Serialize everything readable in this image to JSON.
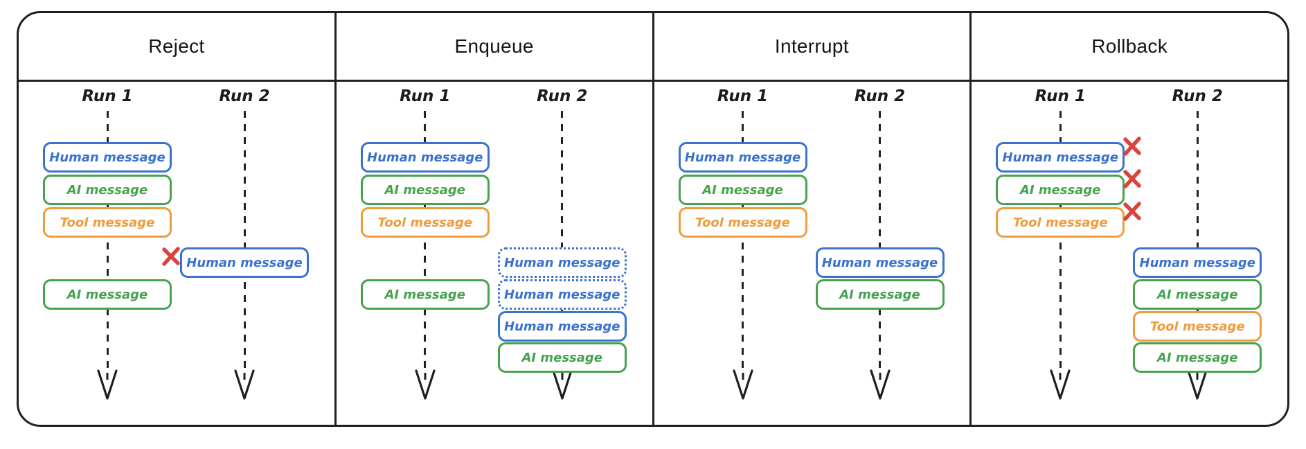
{
  "colors": {
    "human_blue": "#3a72cd",
    "ai_green": "#46a24e",
    "tool_orange": "#f09b3c",
    "x_red": "#d9453c",
    "line_black": "#1f1f1f"
  },
  "icons": {
    "arrow_down": "hand-drawn V arrowhead continuing dashed lifeline",
    "x_mark": "hand-drawn red cross"
  },
  "panels": [
    {
      "title": "Reject",
      "runs": [
        {
          "label": "Run 1",
          "messages": [
            {
              "text": "Human message",
              "type": "human",
              "row": 0,
              "style": "solid",
              "x_mark": "none"
            },
            {
              "text": "AI message",
              "type": "ai",
              "row": 1,
              "style": "solid",
              "x_mark": "none"
            },
            {
              "text": "Tool message",
              "type": "tool",
              "row": 2,
              "style": "solid",
              "x_mark": "none"
            },
            {
              "text": "AI message",
              "type": "ai",
              "row": 4,
              "style": "solid",
              "x_mark": "none"
            }
          ]
        },
        {
          "label": "Run 2",
          "messages": [
            {
              "text": "Human message",
              "type": "human",
              "row": 3,
              "style": "solid",
              "x_mark": "left"
            }
          ]
        }
      ]
    },
    {
      "title": "Enqueue",
      "runs": [
        {
          "label": "Run 1",
          "messages": [
            {
              "text": "Human message",
              "type": "human",
              "row": 0,
              "style": "solid",
              "x_mark": "none"
            },
            {
              "text": "AI message",
              "type": "ai",
              "row": 1,
              "style": "solid",
              "x_mark": "none"
            },
            {
              "text": "Tool message",
              "type": "tool",
              "row": 2,
              "style": "solid",
              "x_mark": "none"
            },
            {
              "text": "AI message",
              "type": "ai",
              "row": 4,
              "style": "solid",
              "x_mark": "none"
            }
          ]
        },
        {
          "label": "Run 2",
          "messages": [
            {
              "text": "Human message",
              "type": "human",
              "row": 3,
              "style": "dotted",
              "x_mark": "none"
            },
            {
              "text": "Human message",
              "type": "human",
              "row": 4,
              "style": "dotted",
              "x_mark": "none"
            },
            {
              "text": "Human message",
              "type": "human",
              "row": 5,
              "style": "solid",
              "x_mark": "none"
            },
            {
              "text": "AI message",
              "type": "ai",
              "row": 6,
              "style": "solid",
              "x_mark": "none"
            }
          ]
        }
      ]
    },
    {
      "title": "Interrupt",
      "runs": [
        {
          "label": "Run 1",
          "messages": [
            {
              "text": "Human message",
              "type": "human",
              "row": 0,
              "style": "solid",
              "x_mark": "none"
            },
            {
              "text": "AI message",
              "type": "ai",
              "row": 1,
              "style": "solid",
              "x_mark": "none"
            },
            {
              "text": "Tool message",
              "type": "tool",
              "row": 2,
              "style": "solid",
              "x_mark": "none"
            }
          ]
        },
        {
          "label": "Run 2",
          "messages": [
            {
              "text": "Human message",
              "type": "human",
              "row": 3,
              "style": "solid",
              "x_mark": "none"
            },
            {
              "text": "AI message",
              "type": "ai",
              "row": 4,
              "style": "solid",
              "x_mark": "none"
            }
          ]
        }
      ]
    },
    {
      "title": "Rollback",
      "runs": [
        {
          "label": "Run 1",
          "messages": [
            {
              "text": "Human message",
              "type": "human",
              "row": 0,
              "style": "solid",
              "x_mark": "right"
            },
            {
              "text": "AI message",
              "type": "ai",
              "row": 1,
              "style": "solid",
              "x_mark": "right"
            },
            {
              "text": "Tool message",
              "type": "tool",
              "row": 2,
              "style": "solid",
              "x_mark": "right"
            }
          ]
        },
        {
          "label": "Run 2",
          "messages": [
            {
              "text": "Human message",
              "type": "human",
              "row": 3,
              "style": "solid",
              "x_mark": "none"
            },
            {
              "text": "AI message",
              "type": "ai",
              "row": 4,
              "style": "solid",
              "x_mark": "none"
            },
            {
              "text": "Tool message",
              "type": "tool",
              "row": 5,
              "style": "solid",
              "x_mark": "none"
            },
            {
              "text": "AI message",
              "type": "ai",
              "row": 6,
              "style": "solid",
              "x_mark": "none"
            }
          ]
        }
      ]
    }
  ]
}
